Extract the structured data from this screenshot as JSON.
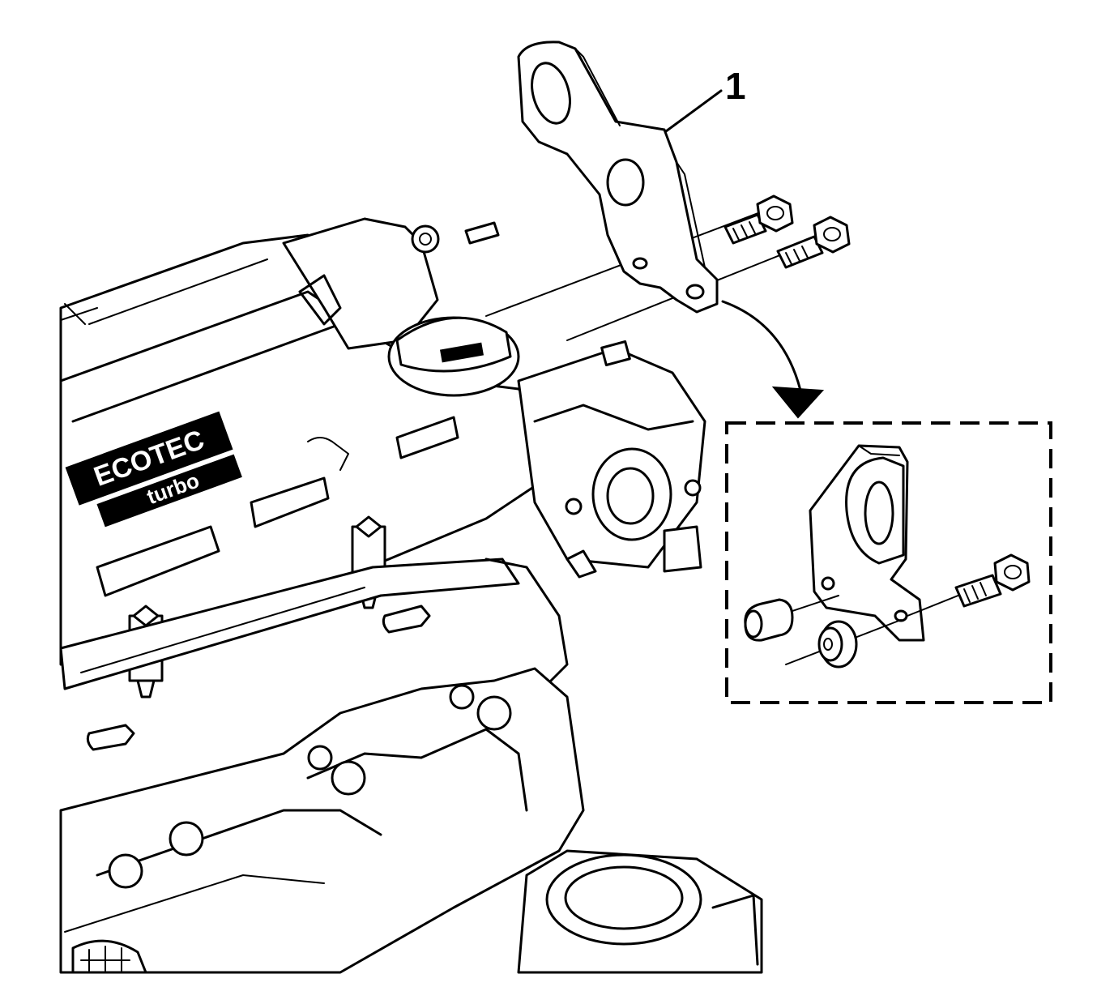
{
  "diagram": {
    "callouts": [
      {
        "label": "1",
        "target": "mounting-bracket"
      }
    ],
    "engine_cover": {
      "logo_text": "ECOTEC",
      "badge_text": "turbo"
    },
    "detail_view": {
      "border_style": "dashed"
    },
    "colors": {
      "line": "#000000",
      "background": "#ffffff"
    }
  }
}
